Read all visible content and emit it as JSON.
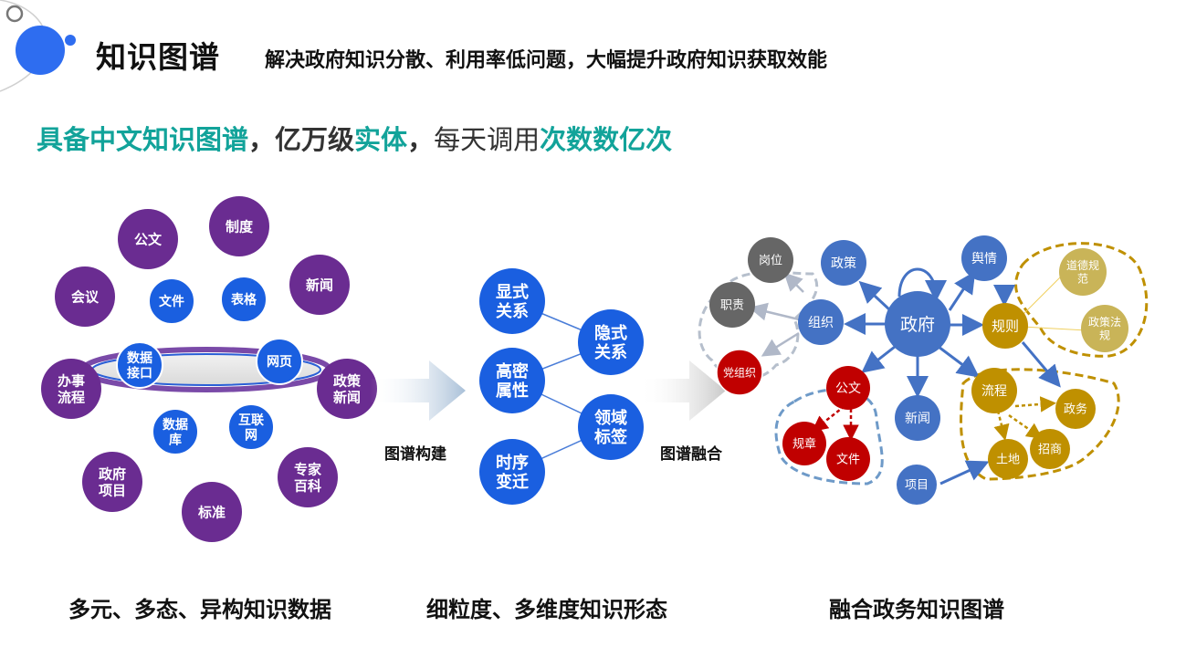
{
  "header": {
    "title": "知识图谱",
    "subtitle": "解决政府知识分散、利用率低问题，大幅提升政府知识获取效能"
  },
  "headline": {
    "part1": "具备中文知识图谱",
    "sep1": "，",
    "part2": "亿万级",
    "part3": "实体",
    "sep2": "，",
    "part4": "每天调用",
    "part5": "次数数亿次"
  },
  "steps": {
    "build": "图谱构建",
    "fuse": "图谱融合"
  },
  "captions": {
    "left": "多元、多态、异构知识数据",
    "middle": "细粒度、多维度知识形态",
    "right": "融合政务知识图谱"
  },
  "colors": {
    "purple": "#6a2c91",
    "blue": "#1a5fe0",
    "steel": "#4472c4",
    "gray": "#666666",
    "red": "#c00000",
    "gold": "#bf9000",
    "gold_light": "#c9b458",
    "teal": "#12a39a"
  },
  "left_cluster": {
    "purple_nodes": [
      "公文",
      "制度",
      "新闻",
      "会议",
      "办事\n流程",
      "政策\n新闻",
      "专家\n百科",
      "政府\n项目",
      "标准"
    ],
    "blue_nodes": [
      "文件",
      "表格",
      "数据\n接口",
      "网页",
      "数据\n库",
      "互联\n网"
    ]
  },
  "middle_cluster": {
    "nodes": [
      "显式\n关系",
      "隐式\n关系",
      "高密\n属性",
      "领域\n标签",
      "时序\n变迁"
    ]
  },
  "right_graph": {
    "center": "政府",
    "nodes": [
      "岗位",
      "政策",
      "舆情",
      "道德规\n范",
      "职责",
      "组织",
      "规则",
      "政策法\n规",
      "党组织",
      "公文",
      "新闻",
      "流程",
      "政务",
      "规章",
      "文件",
      "土地",
      "招商",
      "项目"
    ]
  }
}
